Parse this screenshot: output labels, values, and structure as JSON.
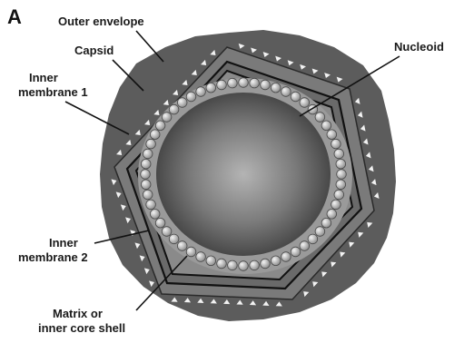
{
  "figure": {
    "panel_letter": "A",
    "labels": {
      "outer_envelope": "Outer envelope",
      "capsid": "Capsid",
      "inner_membrane_1_line1": "Inner",
      "inner_membrane_1_line2": "membrane 1",
      "nucleoid": "Nucleoid",
      "inner_membrane_2_line1": "Inner",
      "inner_membrane_2_line2": "membrane 2",
      "matrix_line1": "Matrix or",
      "matrix_line2": "inner core shell"
    }
  },
  "colors": {
    "envelope": "#5c5c5c",
    "capsid_band": "#7a7a7a",
    "membrane_line": "#111111",
    "bead": "#bdbdbd",
    "nucleoid_center": "#b4b4b4",
    "nucleoid_edge": "#3c3c3c",
    "triangle": "#f2f2f2",
    "text": "#1a1a1a"
  }
}
